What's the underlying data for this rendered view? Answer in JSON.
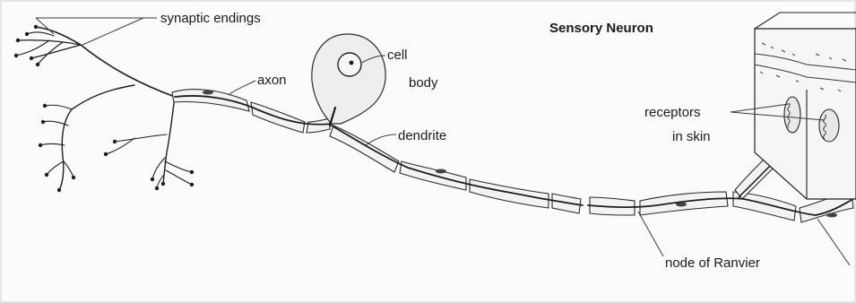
{
  "title": "Sensory Neuron",
  "labels": {
    "synaptic_endings": "synaptic endings",
    "axon": "axon",
    "cell_body_line1": "cell",
    "cell_body_line2": "body",
    "dendrite": "dendrite",
    "receptors_line1": "receptors",
    "receptors_line2": "in skin",
    "node_of_ranvier": "node of Ranvier"
  }
}
